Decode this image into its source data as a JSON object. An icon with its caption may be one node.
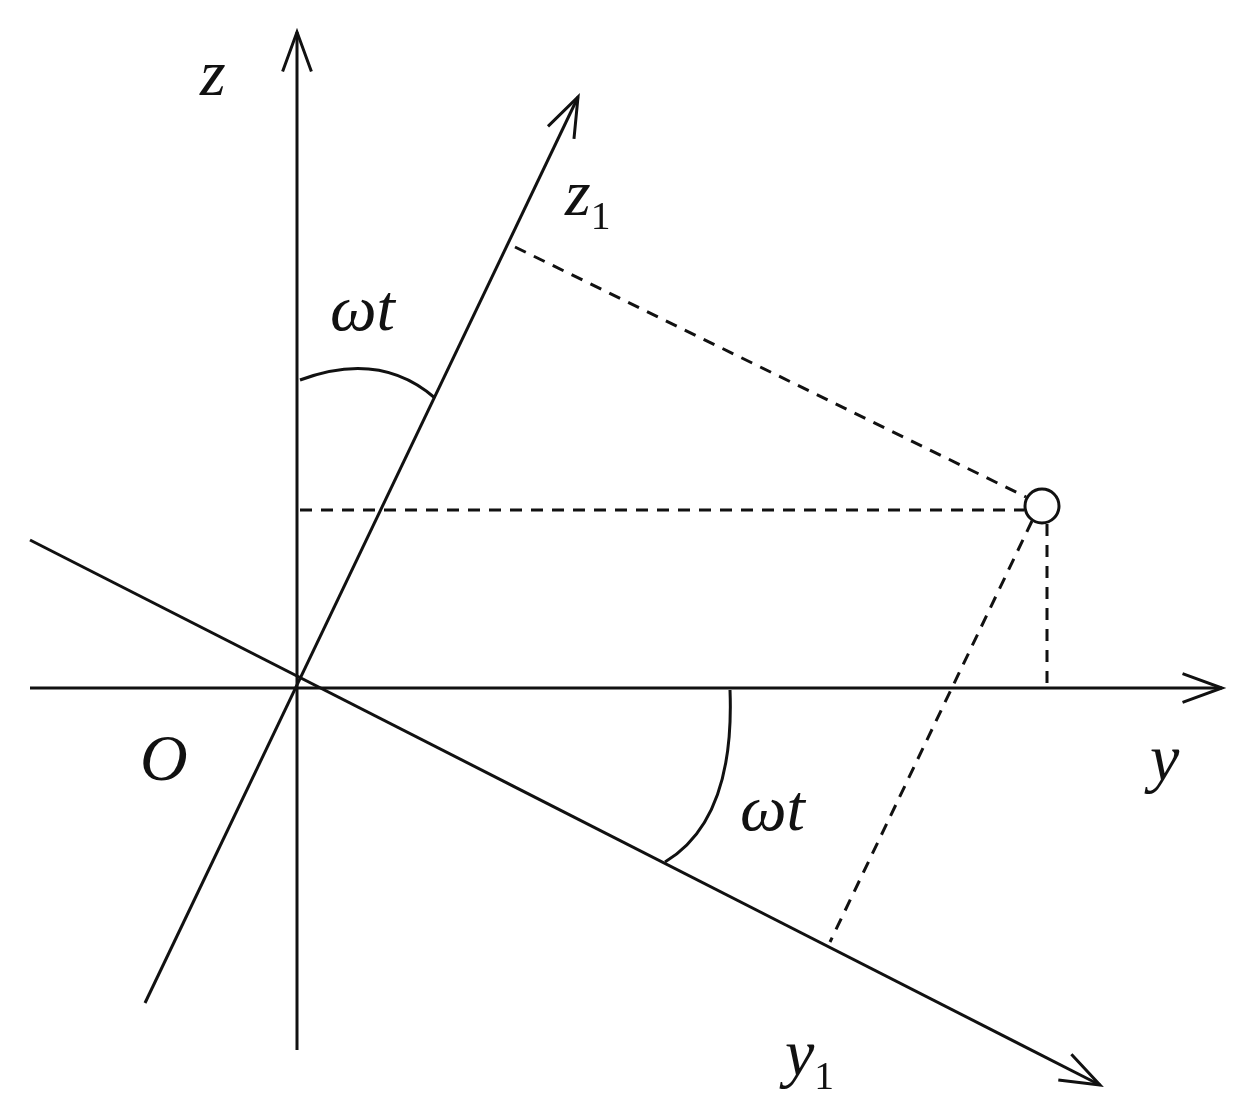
{
  "diagram": {
    "labels": [
      "z",
      "z$_{1}$",
      "ωt",
      "O",
      "y",
      "ωt",
      "y$_{1}$"
    ]
  }
}
